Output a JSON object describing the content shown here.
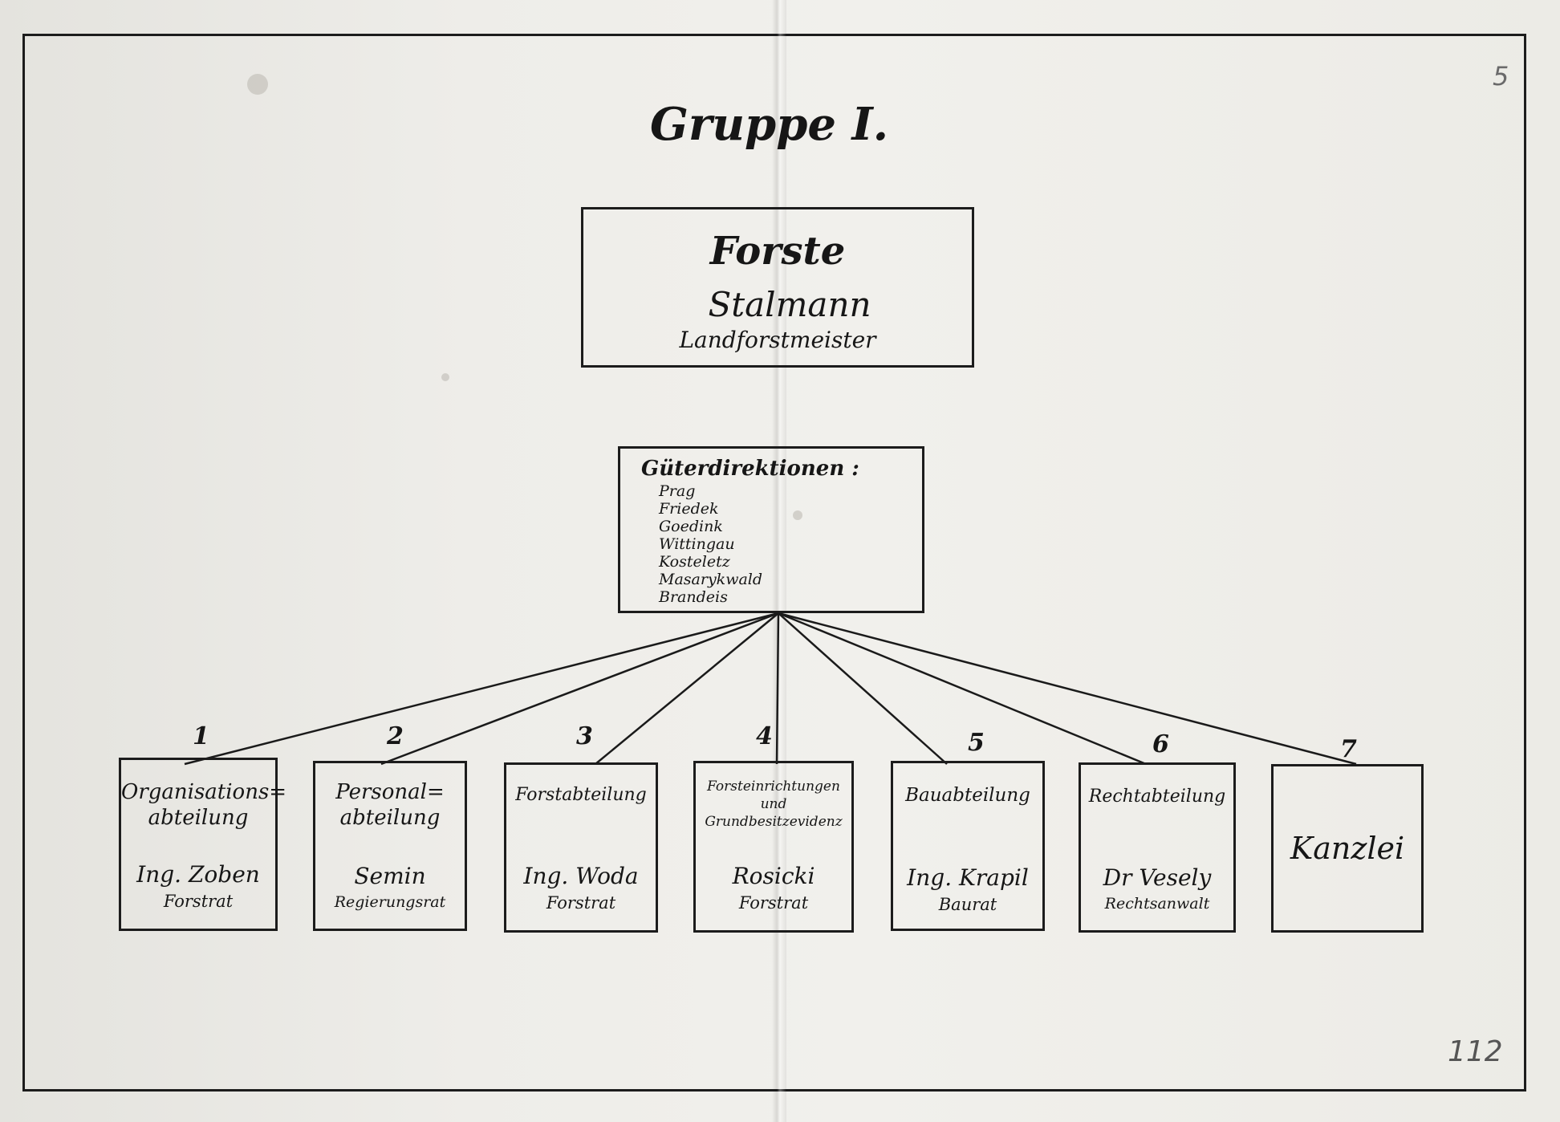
{
  "page_number_top": "5",
  "page_number_bottom": "112",
  "title": "Gruppe I.",
  "top_box": {
    "heading": "Forste",
    "name": "Stalmann",
    "title": "Landforstmeister"
  },
  "directorate": {
    "heading": "Güterdirektionen :",
    "items": [
      "Prag",
      "Friedek",
      "Goedink",
      "Wittingau",
      "Kosteletz",
      "Masarykwald",
      "Brandeis"
    ]
  },
  "departments": [
    {
      "number": "1",
      "name_lines": [
        "Organisations=",
        "abteilung"
      ],
      "person": "Ing. Zoben",
      "title": "Forstrat"
    },
    {
      "number": "2",
      "name_lines": [
        "Personal=",
        "abteilung"
      ],
      "person": "Semin",
      "title": "Regierungsrat"
    },
    {
      "number": "3",
      "name_lines": [
        "Forstabteilung"
      ],
      "person": "Ing. Woda",
      "title": "Forstrat"
    },
    {
      "number": "4",
      "name_lines": [
        "Forsteinrichtungen",
        "und",
        "Grundbesitzevidenz"
      ],
      "person": "Rosicki",
      "title": "Forstrat"
    },
    {
      "number": "5",
      "name_lines": [
        "Bauabteilung"
      ],
      "person": "Ing. Krapil",
      "title": "Baurat"
    },
    {
      "number": "6",
      "name_lines": [
        "Rechtabteilung"
      ],
      "person": "Dr Vesely",
      "title": "Rechtsanwalt"
    },
    {
      "number": "7",
      "name_lines": [
        "Kanzlei"
      ],
      "person": "",
      "title": ""
    }
  ]
}
